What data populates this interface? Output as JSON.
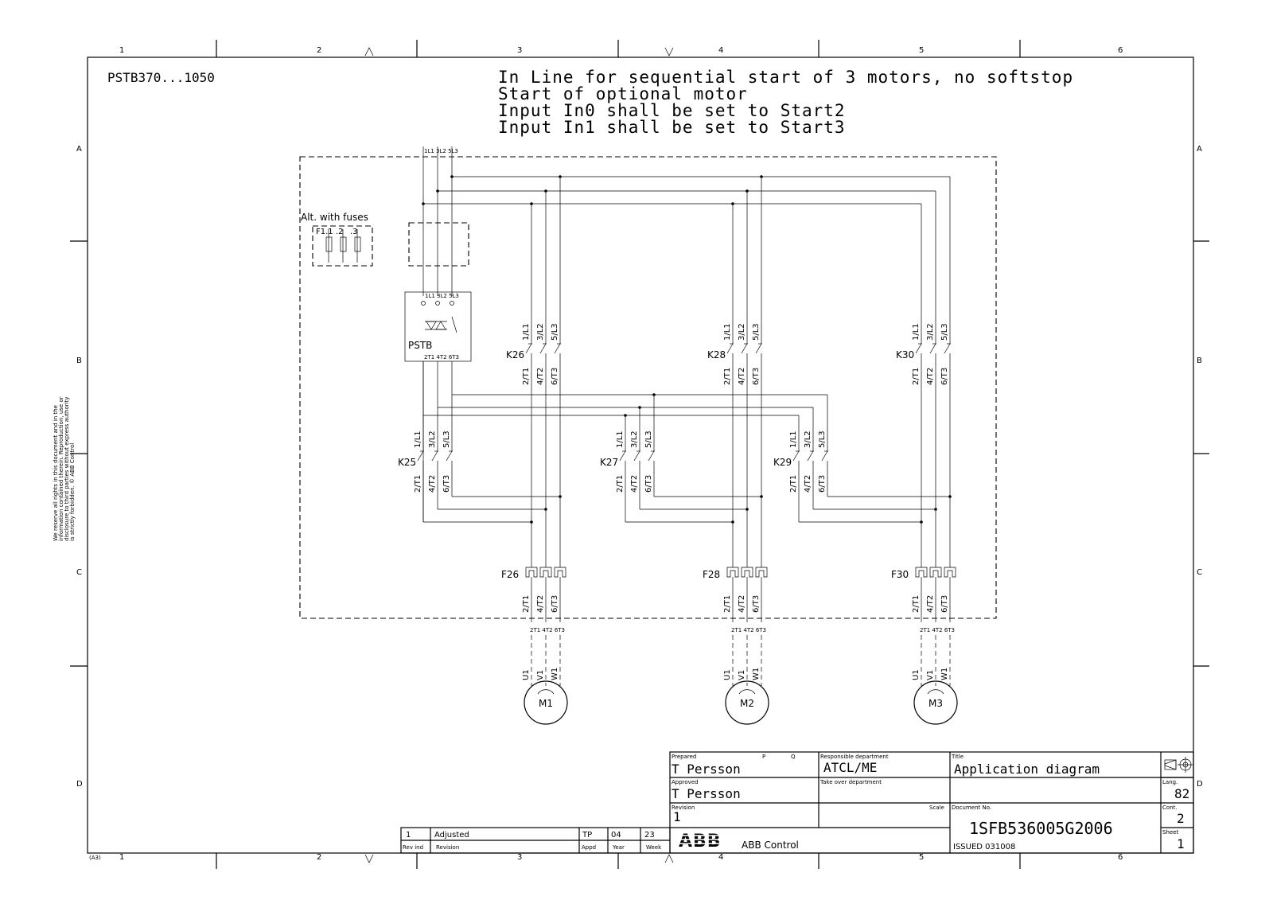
{
  "header": {
    "model": "PSTB370...1050",
    "lines": [
      "In Line for sequential start of 3 motors, no softstop",
      "Start of optional motor",
      "Input In0 shall be set to Start2",
      "Input In1 shall be set to Start3"
    ]
  },
  "border": {
    "columns": [
      "1",
      "2",
      "3",
      "4",
      "5",
      "6"
    ],
    "rows": [
      "A",
      "B",
      "C",
      "D"
    ],
    "sheet_size": "(A3)"
  },
  "side_note": [
    "We reserve all rights in this document and in the",
    "information contained therein. Reproduction, use or",
    "disclosure to third parties without express authority",
    "is strictly forbidden. © ABB Control"
  ],
  "diagram": {
    "supply_label": "1L1 3L2 5L3",
    "fuse_note": "Alt. with fuses",
    "fuse_labels": [
      "F1.1",
      ".2",
      ".3"
    ],
    "softstarter": {
      "name": "PSTB",
      "in": "1L1 3L2 5L3",
      "out": "2T1 4T2 6T3"
    },
    "terminal_out": "2T1 4T2 6T3",
    "contact_in": [
      "1/L1",
      "3/L2",
      "5/L3"
    ],
    "contact_out": [
      "2/T1",
      "4/T2",
      "6/T3"
    ],
    "motor_terms": [
      "U1",
      "V1",
      "W1"
    ],
    "contactors_top": [
      "K26",
      "K28",
      "K30"
    ],
    "contactors_bottom": [
      "K25",
      "K27",
      "K29"
    ],
    "overloads": [
      "F26",
      "F28",
      "F30"
    ],
    "motors": [
      "M1",
      "M2",
      "M3"
    ]
  },
  "title_block": {
    "prepared_label": "Prepared",
    "prepared": "T Persson",
    "p_label": "P",
    "q_label": "Q",
    "resp_dept_label": "Responsible department",
    "resp_dept": "ATCL/ME",
    "take_over_label": "Take over department",
    "title_label": "Title",
    "title": "Application diagram",
    "approved_label": "Approved",
    "approved": "T Persson",
    "revision_label": "Revision",
    "revision": "1",
    "scale_label": "Scale",
    "doc_no_label": "Document No.",
    "doc_no": "1SFB536005G2006",
    "issued": "ISSUED 031008",
    "company": "ABB Control",
    "lang_label": "Lang.",
    "lang": "82",
    "cont_label": "Cont.",
    "cont": "2",
    "sheet_label": "Sheet",
    "sheet": "1",
    "rev_row": {
      "ind": "1",
      "text": "Adjusted",
      "appd": "TP",
      "year": "04",
      "week": "23"
    },
    "rev_head": {
      "ind": "Rev ind",
      "text": "Revision",
      "appd": "Appd",
      "year": "Year",
      "week": "Week"
    }
  }
}
